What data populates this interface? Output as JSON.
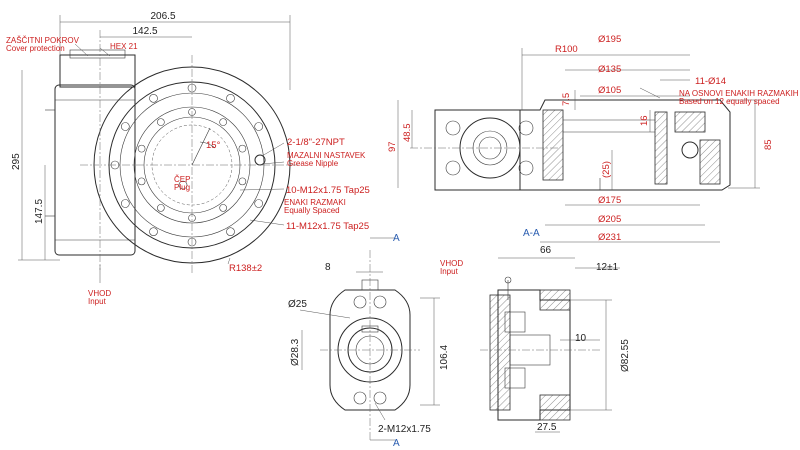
{
  "front_view": {
    "cover_protection": {
      "line1": "ZAŠČITNI POKROV",
      "line2": "Cover protection"
    },
    "hex": "HEX 21",
    "dim_206_5": "206.5",
    "dim_142_5": "142.5",
    "dim_295": "295",
    "dim_147_5": "147.5",
    "npt": "2-1/8\"-27NPT",
    "grease_nipple": {
      "line1": "MAZALNI NASTAVEK",
      "line2": "Grease Nipple"
    },
    "angle": "15°",
    "plug": {
      "line1": "ČEP",
      "line2": "Plug"
    },
    "m12_10": "10-M12x1.75 Tap25",
    "equally_spaced": {
      "line1": "ENAKI RAZMAKI",
      "line2": "Equally Spaced"
    },
    "m12_11": "11-M12x1.75 Tap25",
    "radius": "R138±2",
    "input": {
      "line1": "VHOD",
      "line2": "Input"
    }
  },
  "side_view": {
    "r100": "R100",
    "d195": "Ø195",
    "d135": "Ø135",
    "holes": "11-Ø14",
    "based_on": {
      "line1": "NA OSNOVI ENAKIH RAZMAKIH",
      "line2": "Based on 12 equally spaced"
    },
    "d105": "Ø105",
    "dim_7_5": "7.5",
    "dim_48_5": "48.5",
    "dim_97": "97",
    "dim_16": "16",
    "dim_85": "85",
    "dim_25": "(25)",
    "d175": "Ø175",
    "d205": "Ø205",
    "d231": "Ø231"
  },
  "input_view": {
    "section_mark": "A",
    "dim_8": "8",
    "d25": "Ø25",
    "d28_3": "Ø28.3",
    "dim_106_4": "106.4",
    "m12_2": "2-M12x1.75"
  },
  "section_view": {
    "title": "A-A",
    "input": {
      "line1": "VHOD",
      "line2": "Input"
    },
    "dim_66": "66",
    "dim_12": "12±1",
    "dim_10": "10",
    "d82_55": "Ø82.55",
    "dim_27_5": "27.5"
  }
}
